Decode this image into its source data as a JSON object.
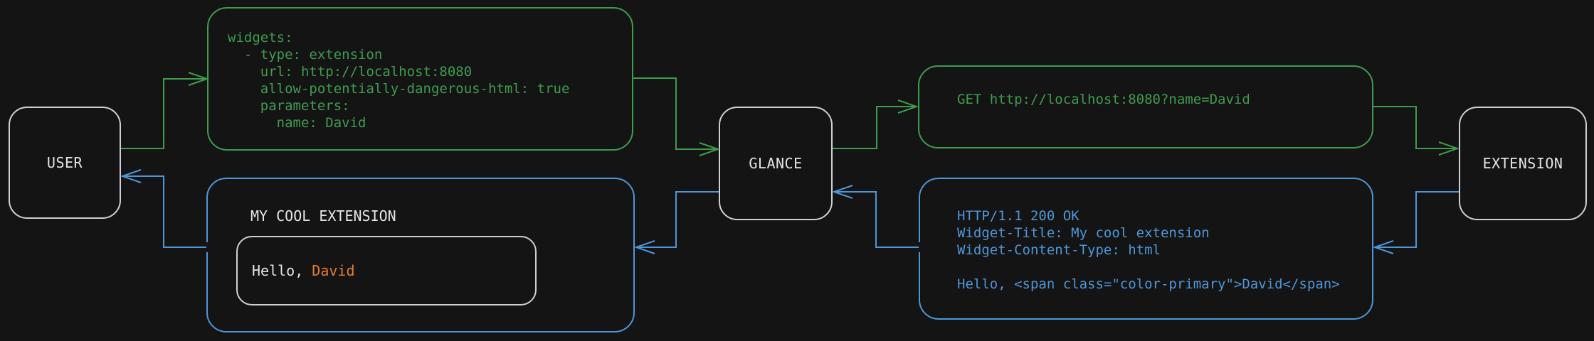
{
  "colors": {
    "background": "#141414",
    "green": "#3f9c4e",
    "blue": "#4f96d8",
    "orange": "#e67e2e",
    "border_gray": "#ced1d3",
    "text_white": "#e2e4e5"
  },
  "nodes": {
    "user": {
      "label": "USER"
    },
    "glance": {
      "label": "GLANCE"
    },
    "extension": {
      "label": "EXTENSION"
    }
  },
  "config_box": {
    "lines": [
      "widgets:",
      "  - type: extension",
      "    url: http://localhost:8080",
      "    allow-potentially-dangerous-html: true",
      "    parameters:",
      "      name: David"
    ]
  },
  "request_box": {
    "text": "GET http://localhost:8080?name=David"
  },
  "response_box": {
    "lines": [
      "HTTP/1.1 200 OK",
      "Widget-Title: My cool extension",
      "Widget-Content-Type: html",
      "",
      "Hello, <span class=\"color-primary\">David</span>"
    ]
  },
  "widget_box": {
    "title": "MY COOL EXTENSION",
    "greeting_prefix": "Hello, ",
    "greeting_name": "David"
  }
}
